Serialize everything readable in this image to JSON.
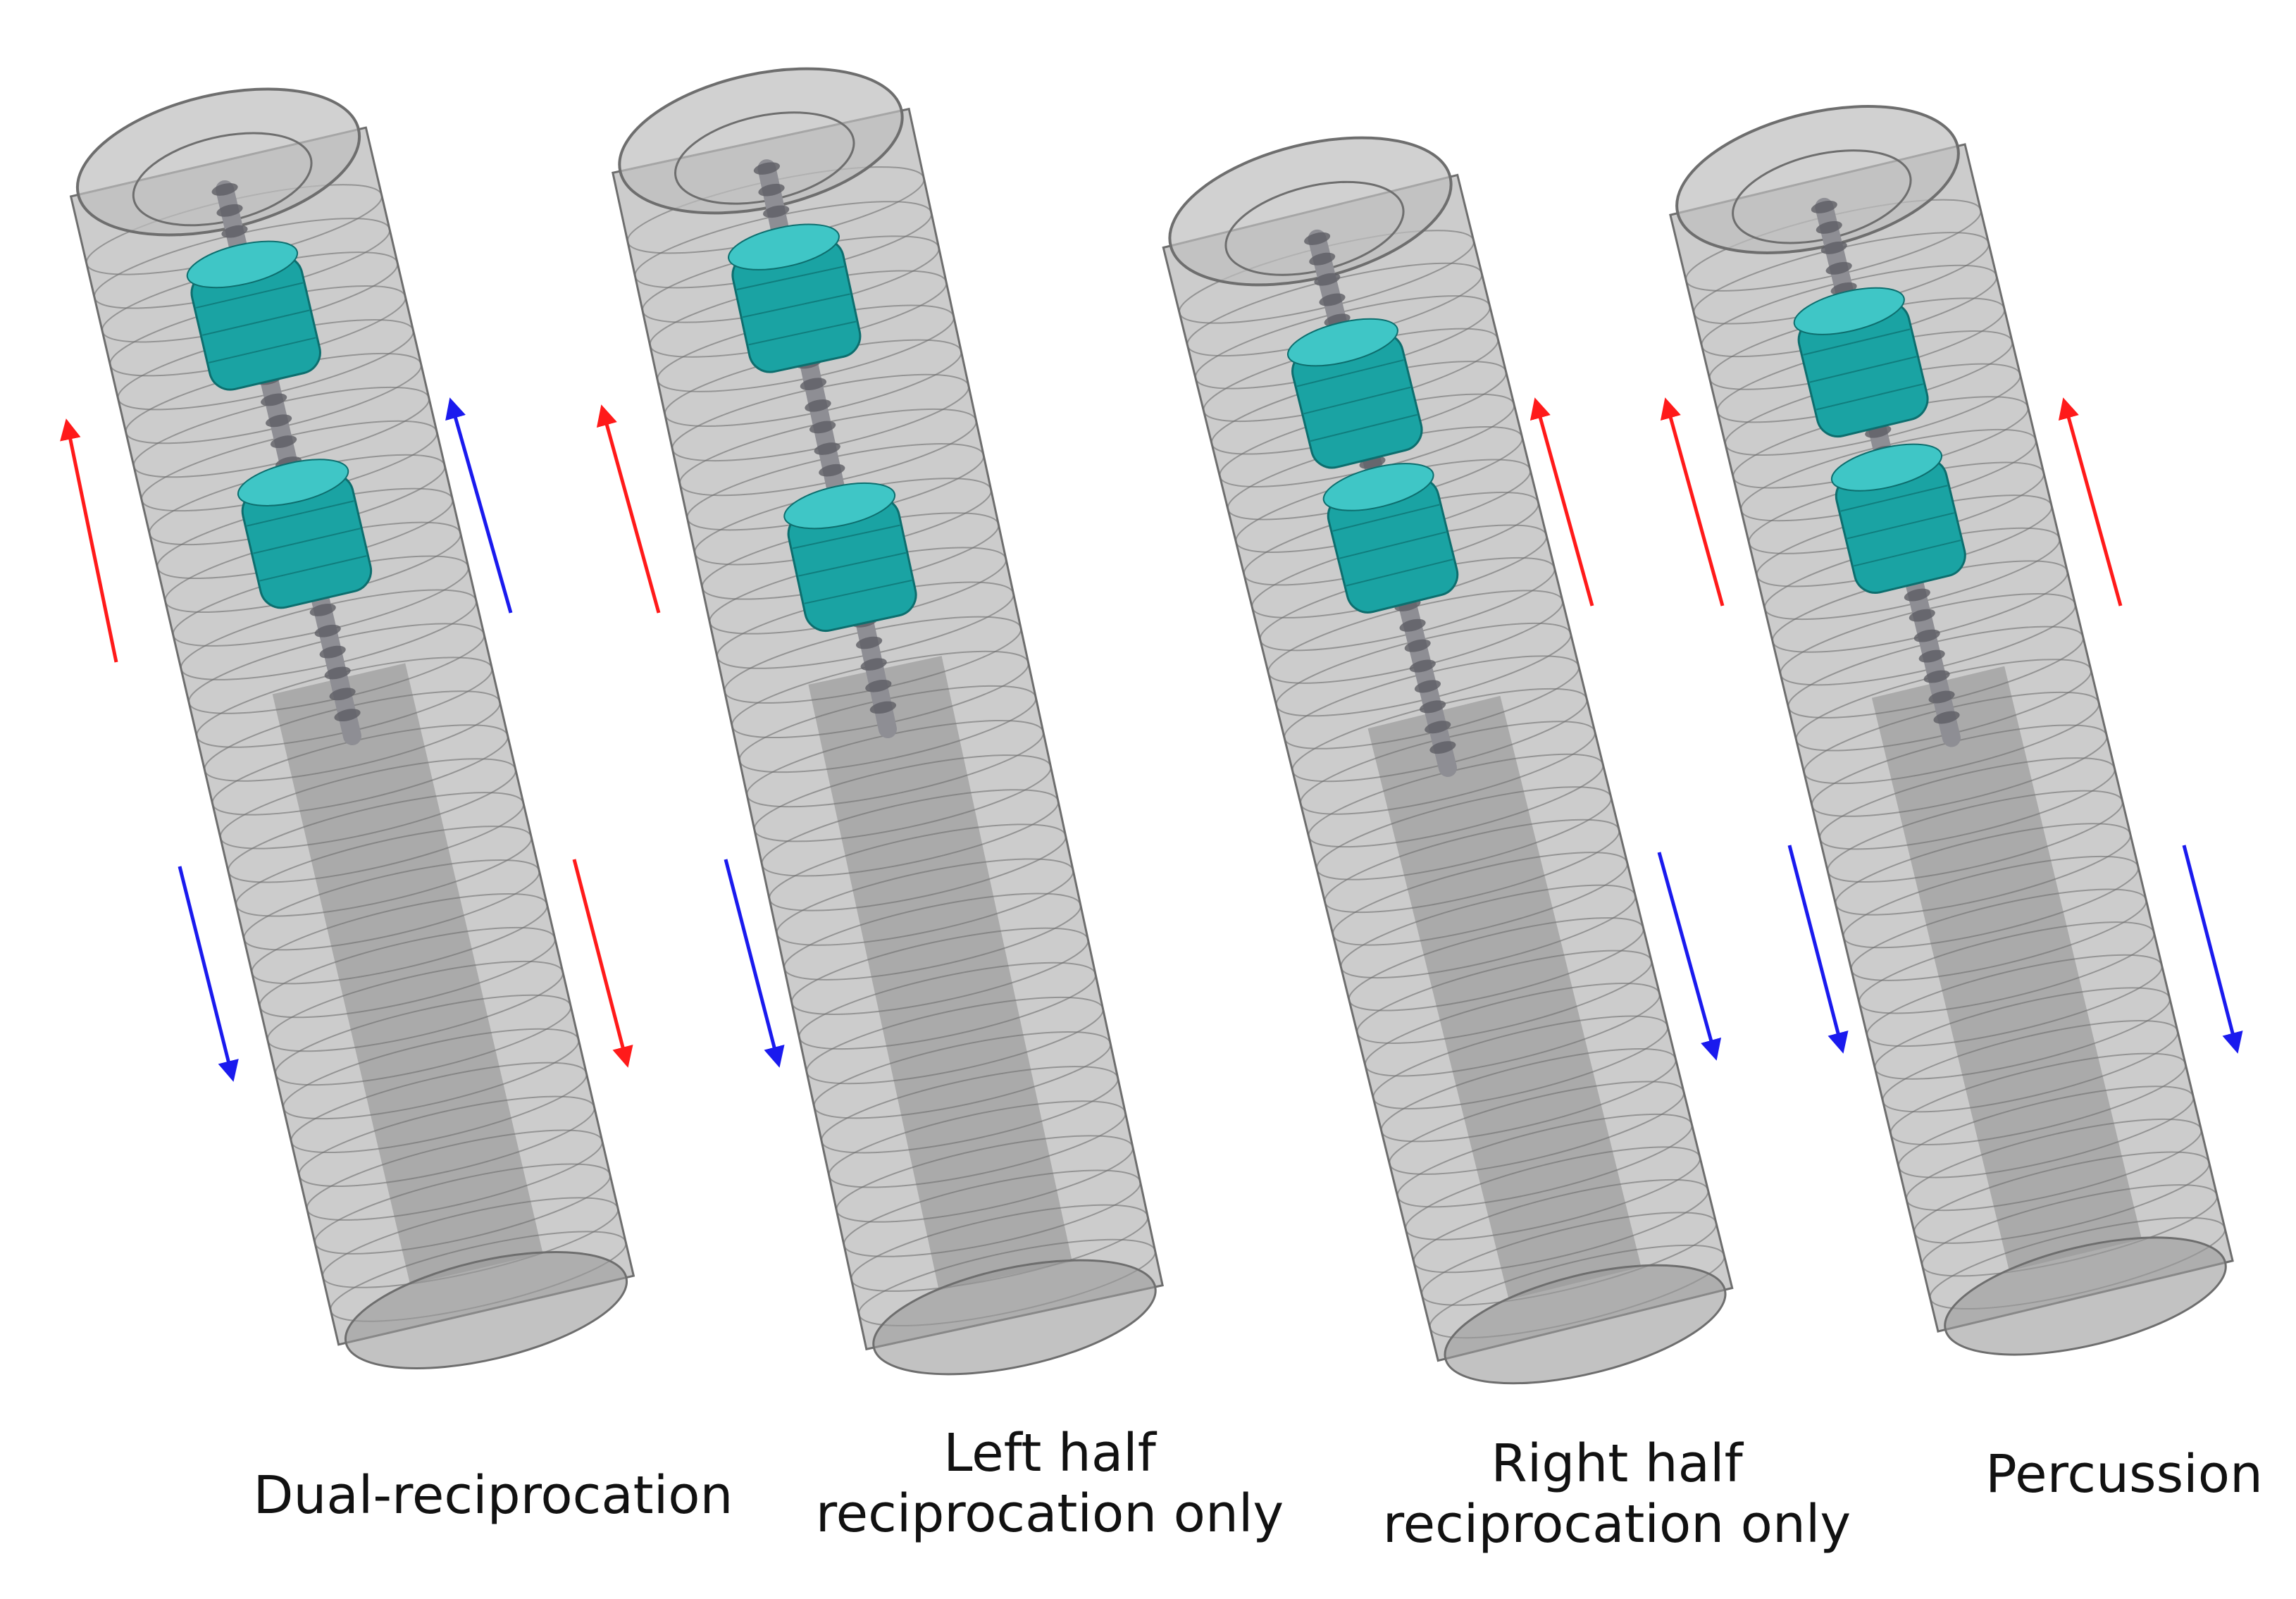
{
  "colors": {
    "red_arrow": "#ff1a1a",
    "blue_arrow": "#1a1aee",
    "shell": "#a3a3a3",
    "shell_edge": "#6e6e6e",
    "nut": "#1aa3a3",
    "screw": "#8e8e94"
  },
  "panels": [
    {
      "caption_lines": [
        "Dual-reciprocation"
      ],
      "left_arrows": [
        "red-up",
        "blue-down"
      ],
      "right_arrows": [
        "blue-up",
        "red-down"
      ]
    },
    {
      "caption_lines": [
        "Left half",
        "reciprocation only"
      ],
      "left_arrows": [
        "red-up",
        "blue-down"
      ],
      "right_arrows": []
    },
    {
      "caption_lines": [
        "Right half",
        "reciprocation only"
      ],
      "left_arrows": [],
      "right_arrows": [
        "red-up",
        "blue-down"
      ]
    },
    {
      "caption_lines": [
        "Percussion"
      ],
      "left_arrows": [
        "red-up",
        "blue-down"
      ],
      "right_arrows": [
        "red-up",
        "blue-down"
      ]
    }
  ]
}
